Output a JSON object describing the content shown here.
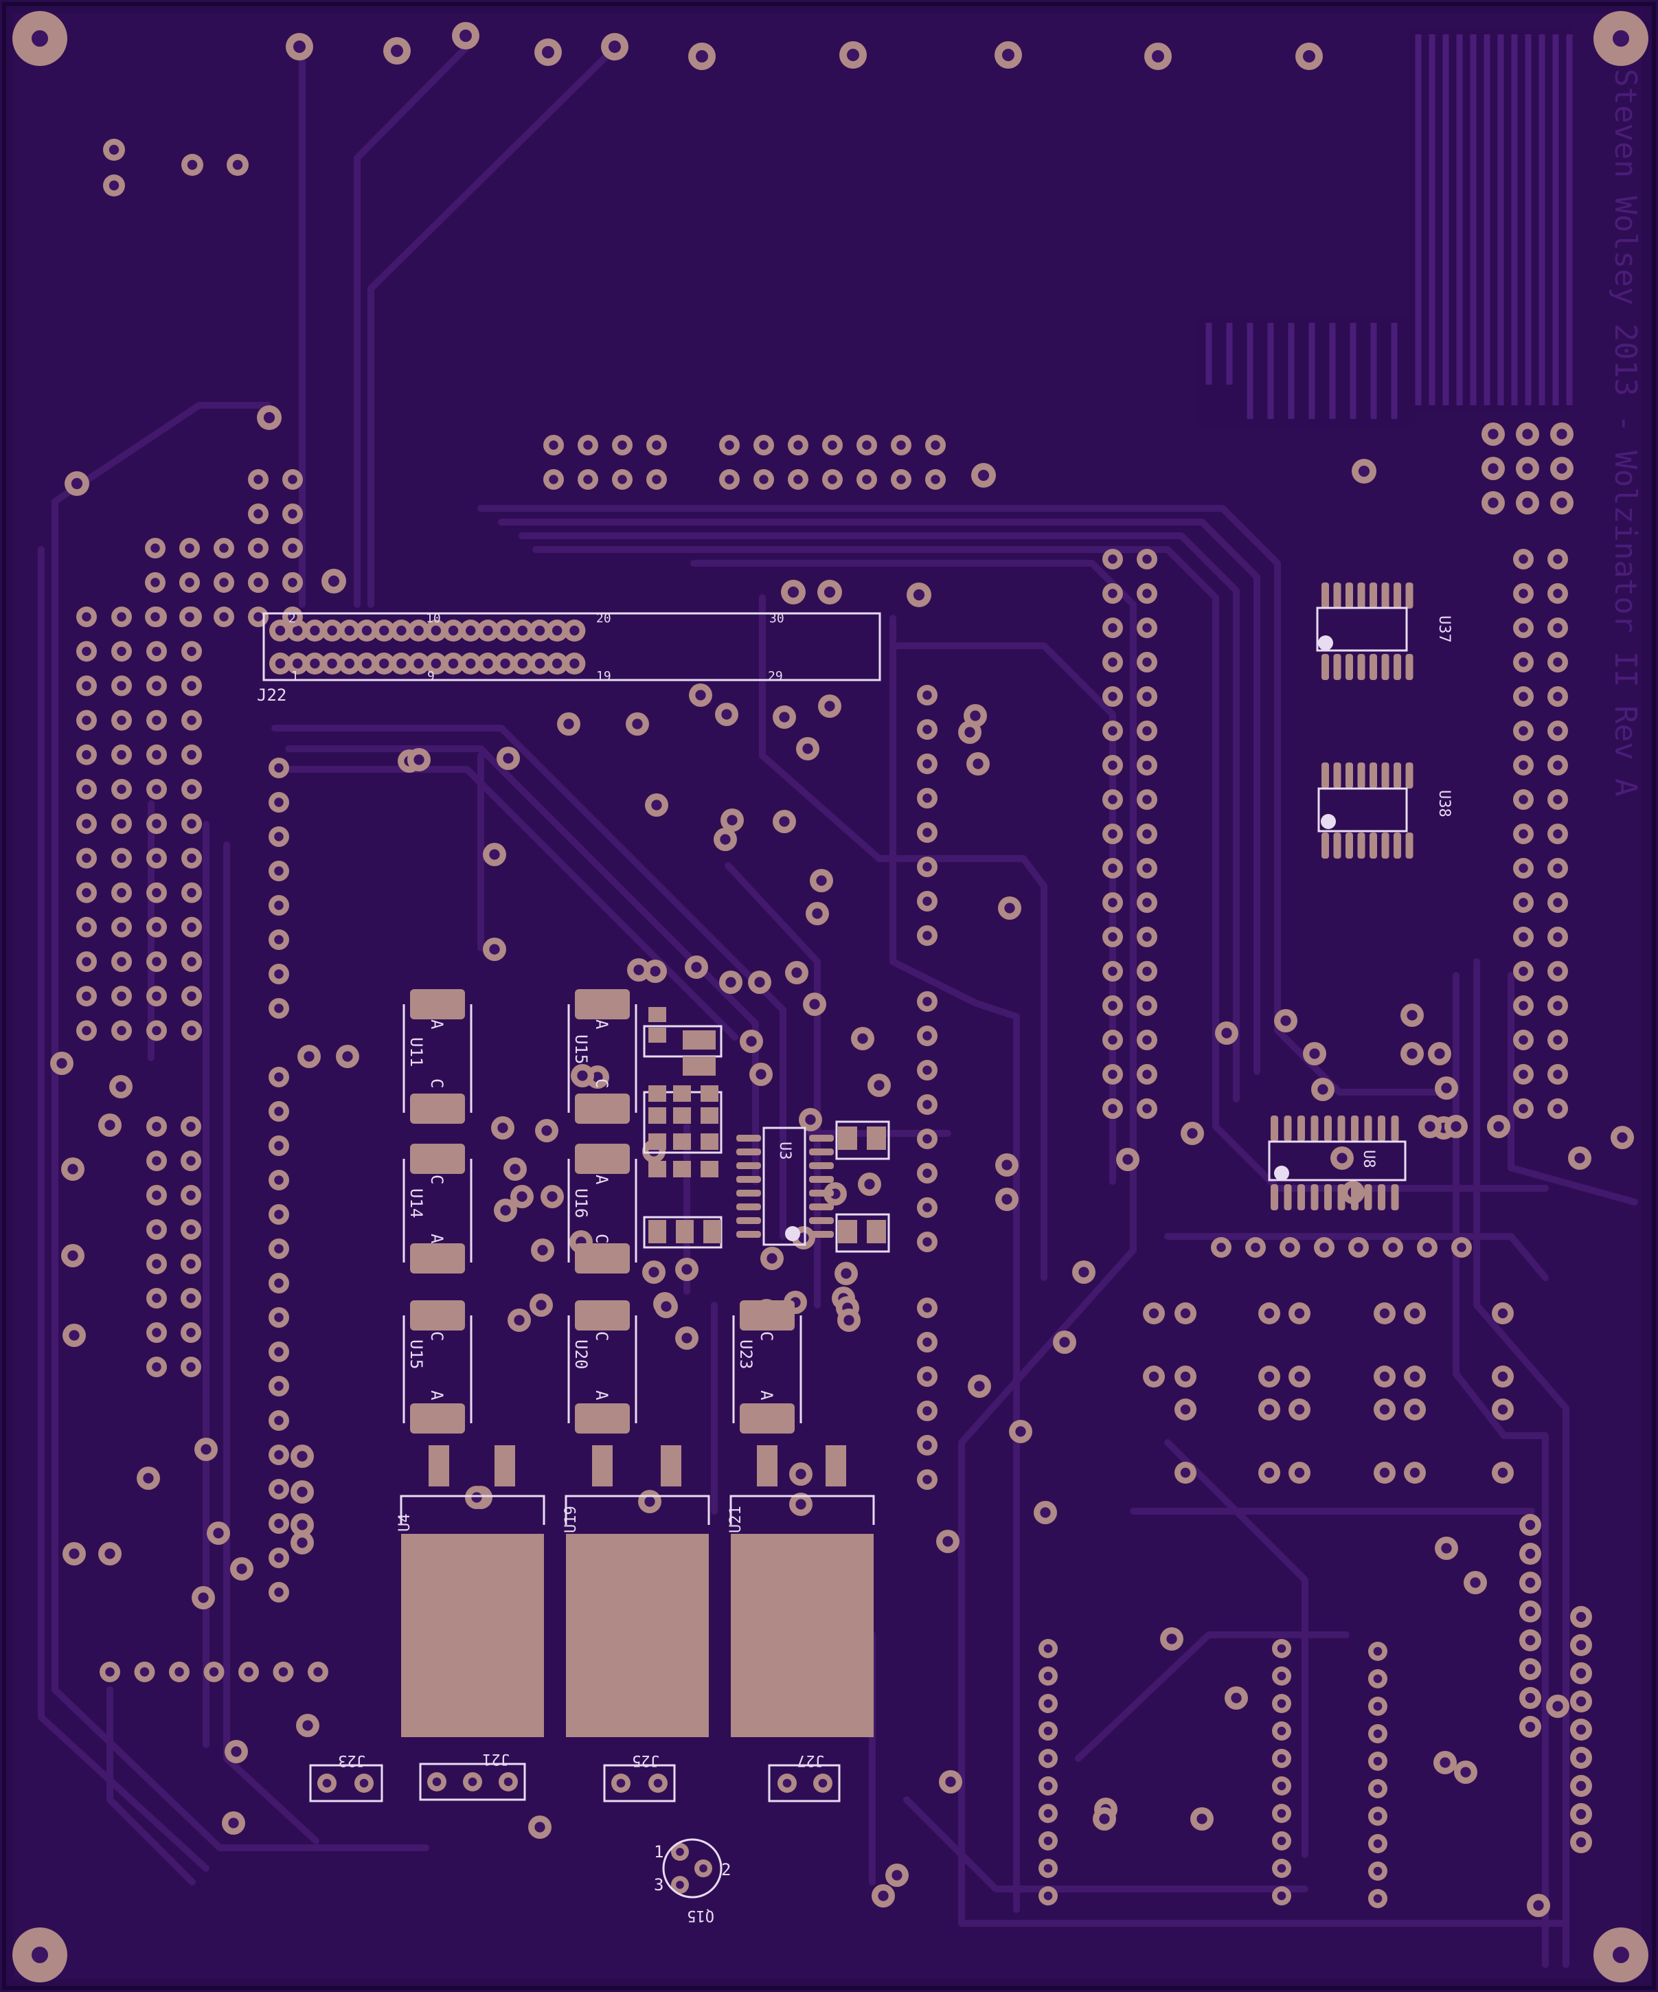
{
  "board": {
    "colors": {
      "substrate": "#2a0b4e",
      "copper": "#3c1463",
      "trace": "#42196c",
      "pad": "#b08a86",
      "silkscreen": "#e8dcf2"
    },
    "credit_text": "Steven Wolsey 2013 - Wolzinator II Rev A"
  },
  "components": {
    "J22": {
      "ref": "J22",
      "pin_top_2": "2",
      "pin_top_10": "10",
      "pin_top_20": "20",
      "pin_top_30": "30",
      "pin_bot_1": "1",
      "pin_bot_9": "9",
      "pin_bot_19": "19",
      "pin_bot_29": "29"
    },
    "U37": "U37",
    "U38": "U38",
    "U8": "U8",
    "U3": "U3",
    "U11": "U11",
    "U15": "U15",
    "U14": "U14",
    "U16": "U16",
    "U20": "U20",
    "U23": "U23",
    "U4": "U4",
    "U19": "U19",
    "U21": "U21",
    "J23": "J23",
    "J21": "J21",
    "J25": "J25",
    "J27": "J27",
    "Q15": "Q15",
    "pin_a": "A",
    "pin_c": "C",
    "pin_1": "1",
    "pin_2": "2",
    "pin_3": "3"
  }
}
